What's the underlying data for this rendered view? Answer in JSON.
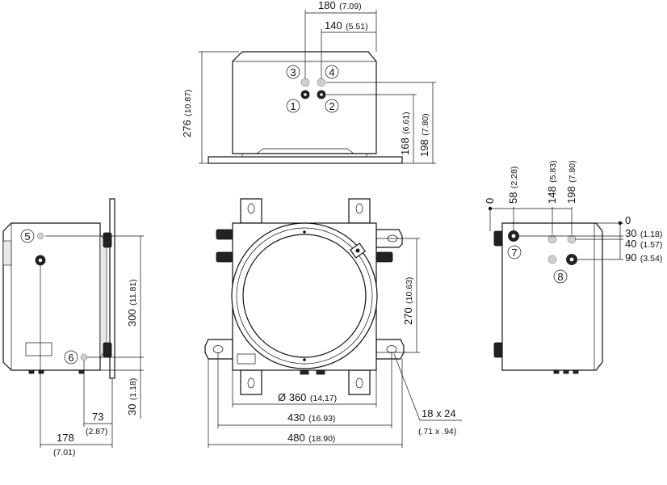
{
  "dimensions": {
    "top_180": {
      "main": "180",
      "sub": "(7.09)"
    },
    "top_140": {
      "main": "140",
      "sub": "(5.51)"
    },
    "top_276": {
      "main": "276",
      "sub": "(10.87)"
    },
    "top_168": {
      "main": "168",
      "sub": "(6.61)"
    },
    "top_198": {
      "main": "198",
      "sub": "(7.80)"
    },
    "left_300": {
      "main": "300",
      "sub": "(11.81)"
    },
    "left_30": {
      "main": "30",
      "sub": "(1.18)"
    },
    "left_73": {
      "main": "73",
      "sub": "(2.87)"
    },
    "left_178": {
      "main": "178",
      "sub": "(7.01)"
    },
    "front_270": {
      "main": "270",
      "sub": "(10.63)"
    },
    "front_360": {
      "main": "Ø 360",
      "sub": "(14.17)"
    },
    "front_430": {
      "main": "430",
      "sub": "(16.93)"
    },
    "front_480": {
      "main": "480",
      "sub": "(18.90)"
    },
    "front_slot": {
      "main": "18 x 24",
      "sub": "(.71 x .94)"
    },
    "right_0v": {
      "main": "0"
    },
    "right_58": {
      "main": "58",
      "sub": "(2.28)"
    },
    "right_148": {
      "main": "148",
      "sub": "(5.83)"
    },
    "right_198": {
      "main": "198",
      "sub": "(7.80)"
    },
    "right_0h": {
      "main": "0"
    },
    "right_30": {
      "main": "30",
      "sub": "(1.18)"
    },
    "right_40": {
      "main": "40",
      "sub": "(1.57)"
    },
    "right_90": {
      "main": "90",
      "sub": "(3.54)"
    }
  },
  "ports": {
    "p1": "1",
    "p2": "2",
    "p3": "3",
    "p4": "4",
    "p5": "5",
    "p6": "6",
    "p7": "7",
    "p8": "8"
  }
}
